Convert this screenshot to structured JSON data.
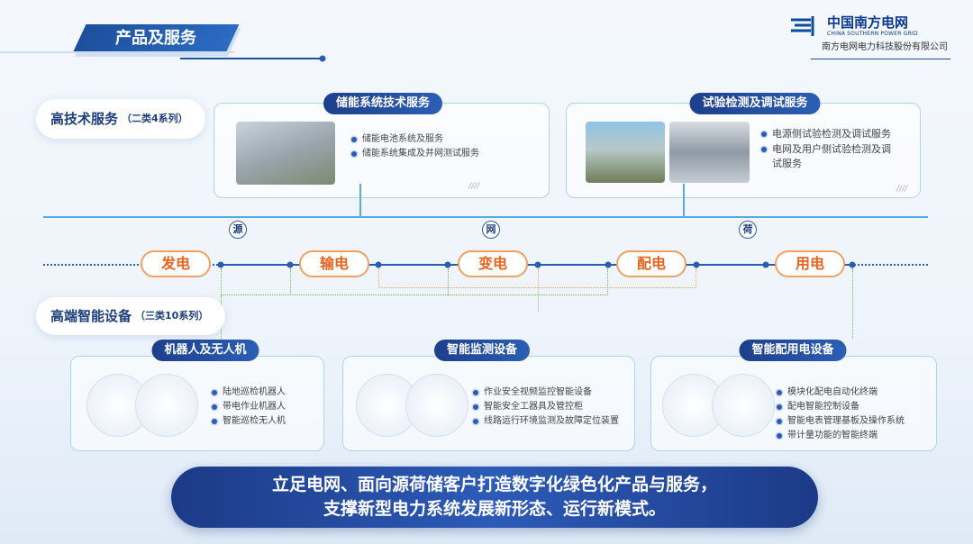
{
  "header": {
    "title": "产品及服务"
  },
  "logo": {
    "name_cn": "中国南方电网",
    "name_en": "CHINA SOUTHERN POWER GRID",
    "company": "南方电网电力科技股份有限公司"
  },
  "sections": {
    "high_tech": {
      "label": "高技术服务",
      "sub": "（二类4系列）"
    },
    "equipment": {
      "label": "高端智能设备",
      "sub": "（三类10系列）"
    }
  },
  "service_cards": [
    {
      "title": "储能系统技术服务",
      "items": [
        "储能电池系统及服务",
        "储能系统集成及并网测试服务"
      ]
    },
    {
      "title": "试验检测及调试服务",
      "items": [
        "电源侧试验检测及调试服务",
        "电网及用户侧试验检测及调试服务"
      ]
    }
  ],
  "axis": {
    "labels": [
      "源",
      "网",
      "荷"
    ]
  },
  "chain": [
    "发电",
    "输电",
    "变电",
    "配电",
    "用电"
  ],
  "device_cards": [
    {
      "title": "机器人及无人机",
      "items": [
        "陆地巡检机器人",
        "带电作业机器人",
        "智能巡检无人机"
      ]
    },
    {
      "title": "智能监测设备",
      "items": [
        "作业安全视频监控智能设备",
        "智能安全工器具及管控柜",
        "线路运行环境监测及故障定位装置"
      ]
    },
    {
      "title": "智能配用电设备",
      "items": [
        "模块化配电自动化终端",
        "配电智能控制设备",
        "智能电表管理基板及操作系统",
        "带计量功能的智能终端"
      ]
    }
  ],
  "banner": {
    "line1": "立足电网、面向源荷储客户打造数字化绿色化产品与服务，",
    "line2": "支撑新型电力系统发展新形态、运行新模式。"
  },
  "colors": {
    "primary": "#1d3f8c",
    "accent_orange": "#e8641e",
    "line_green": "#6cbf4a",
    "border_cyan": "#a8d8f0"
  }
}
